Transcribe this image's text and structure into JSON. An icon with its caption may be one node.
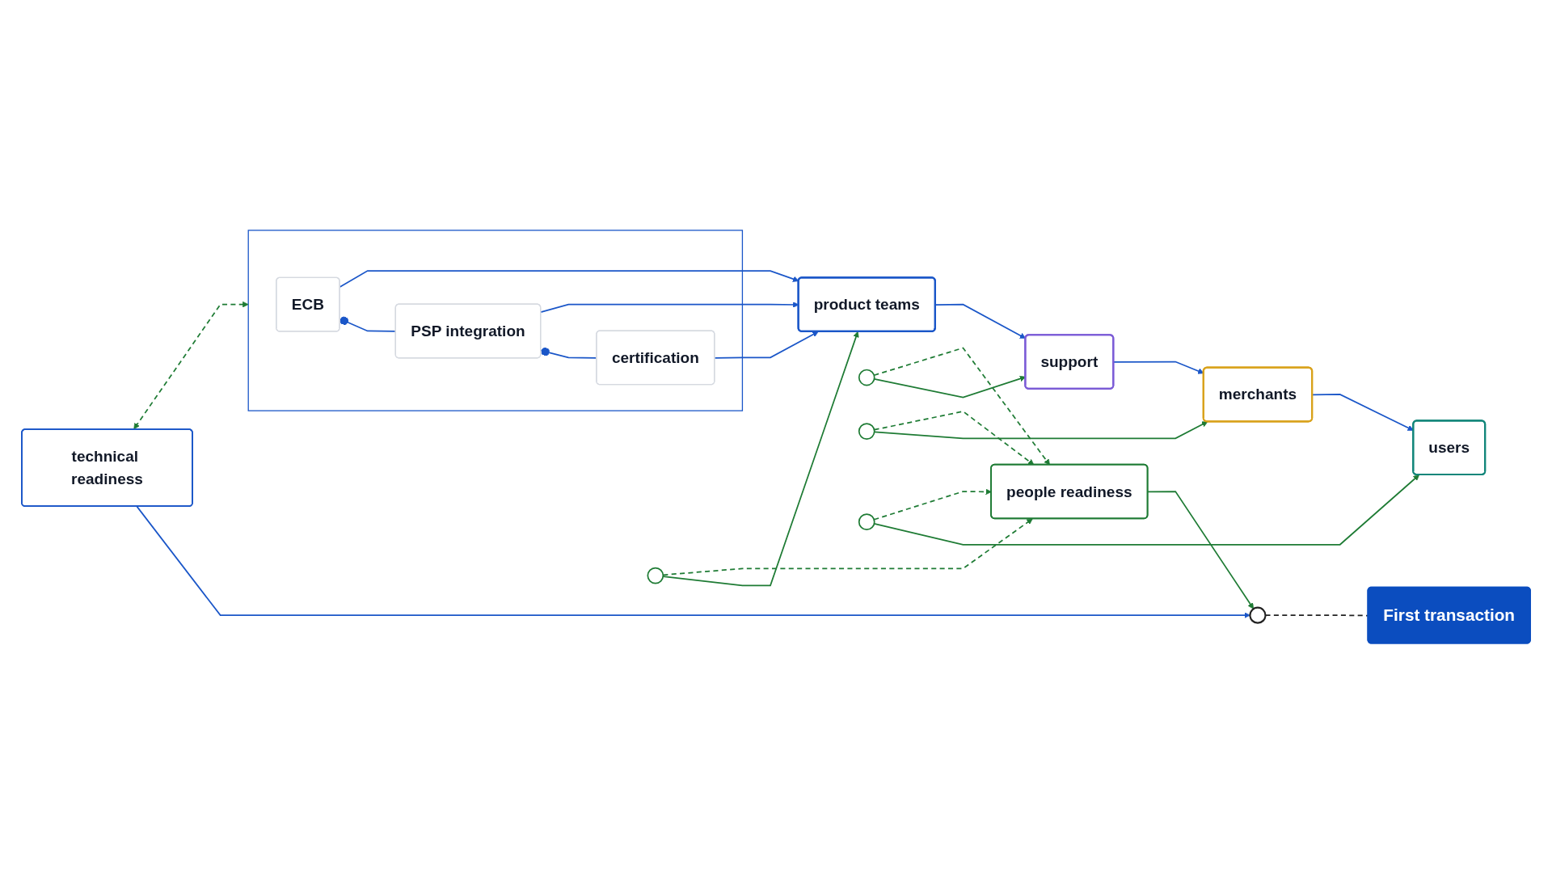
{
  "diagram": {
    "nodes": [
      {
        "text": [],
        "shape": "box"
      },
      {
        "text": [
          "ECB"
        ],
        "in": 0
      },
      {
        "text": [
          "PSP integration"
        ],
        "in": 0
      },
      {
        "text": [
          "certification"
        ],
        "in": 0
      },
      {
        "text": [
          "product teams"
        ]
      },
      {
        "text": [
          "support"
        ]
      },
      {
        "text": [
          "merchants"
        ]
      },
      {
        "text": [
          "users"
        ]
      },
      {
        "text": [],
        "shape": "circle"
      },
      {
        "text": [],
        "shape": "circle"
      },
      {
        "text": [],
        "shape": "circle"
      },
      {
        "text": [],
        "shape": "circle"
      },
      {
        "text": [
          "technical readiness"
        ]
      },
      {
        "text": [
          "people readiness"
        ]
      },
      {
        "text": [],
        "shape": "circle"
      },
      {
        "text": [
          "First transaction"
        ]
      }
    ],
    "edges": [
      {
        "from": 1,
        "to": 2,
        "arrow": "other",
        "color": "#1a56c8"
      },
      {
        "from": 2,
        "to": 3,
        "arrow": "other",
        "color": "#1a56c8"
      },
      {
        "from": 1,
        "to": 4,
        "arrow": "to",
        "color": "#1a56c8"
      },
      {
        "from": 2,
        "to": 4,
        "arrow": "to",
        "color": "#1a56c8"
      },
      {
        "from": 3,
        "to": 4,
        "arrow": "to",
        "color": "#1a56c8"
      },
      {
        "from": 4,
        "to": 5,
        "arrow": "to",
        "color": "#1a56c8"
      },
      {
        "from": 5,
        "to": 6,
        "arrow": "to",
        "color": "#1a56c8"
      },
      {
        "from": 6,
        "to": 7,
        "arrow": "to",
        "color": "#1a56c8"
      },
      {
        "from": 8,
        "to": 4,
        "arrow": "to",
        "color": "#1e7b34"
      },
      {
        "from": 9,
        "to": 5,
        "arrow": "to",
        "color": "#1e7b34"
      },
      {
        "from": 10,
        "to": 6,
        "arrow": "to",
        "color": "#1e7b34"
      },
      {
        "from": 11,
        "to": 7,
        "arrow": "to",
        "color": "#1e7b34"
      },
      {
        "from": 8,
        "to": 13,
        "arrow": "to",
        "style": "dashed",
        "color": "#1e7b34"
      },
      {
        "from": 9,
        "to": 13,
        "arrow": "to",
        "style": "dashed",
        "color": "#1e7b34"
      },
      {
        "from": 10,
        "to": 13,
        "arrow": "to",
        "style": "dashed",
        "color": "#1e7b34"
      },
      {
        "from": 11,
        "to": 13,
        "arrow": "to",
        "style": "dashed",
        "color": "#1e7b34"
      },
      {
        "from": 12,
        "to": 0,
        "arrow": "both",
        "style": "dashed",
        "color": "#1e7b34"
      },
      {
        "from": 12,
        "to": 14,
        "arrow": "to",
        "color": "#1a56c8"
      },
      {
        "from": 13,
        "to": 14,
        "arrow": "to",
        "color": "#1e7b34"
      },
      {
        "from": 14,
        "to": 15,
        "arrow": "none",
        "style": "dashed",
        "color": "#222222"
      }
    ]
  }
}
